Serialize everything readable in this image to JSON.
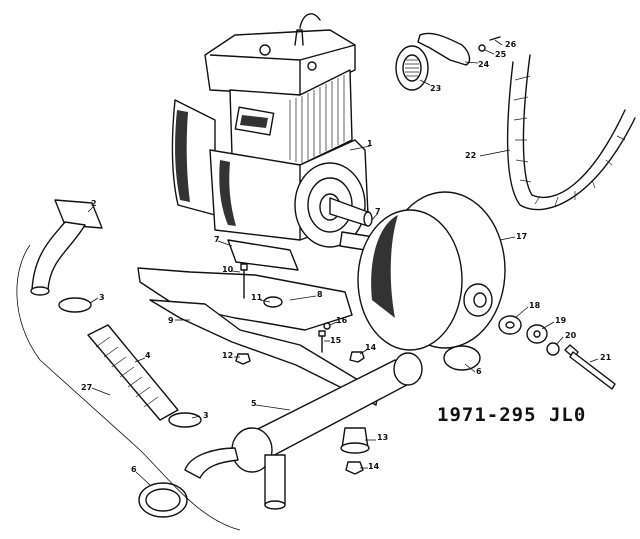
{
  "document_code": "1971-295 JL0",
  "part_labels": [
    {
      "id": "p1",
      "text": "1"
    },
    {
      "id": "p2",
      "text": "2"
    },
    {
      "id": "p3a",
      "text": "3"
    },
    {
      "id": "p3b",
      "text": "3"
    },
    {
      "id": "p4",
      "text": "4"
    },
    {
      "id": "p5",
      "text": "5"
    },
    {
      "id": "p6a",
      "text": "6"
    },
    {
      "id": "p6b",
      "text": "6"
    },
    {
      "id": "p7a",
      "text": "7"
    },
    {
      "id": "p7b",
      "text": "7"
    },
    {
      "id": "p8",
      "text": "8"
    },
    {
      "id": "p9",
      "text": "9"
    },
    {
      "id": "p10",
      "text": "10"
    },
    {
      "id": "p11",
      "text": "11"
    },
    {
      "id": "p12",
      "text": "12"
    },
    {
      "id": "p13",
      "text": "13"
    },
    {
      "id": "p14a",
      "text": "14"
    },
    {
      "id": "p14b",
      "text": "14"
    },
    {
      "id": "p15",
      "text": "15"
    },
    {
      "id": "p16",
      "text": "16"
    },
    {
      "id": "p17",
      "text": "17"
    },
    {
      "id": "p18",
      "text": "18"
    },
    {
      "id": "p19",
      "text": "19"
    },
    {
      "id": "p20",
      "text": "20"
    },
    {
      "id": "p21",
      "text": "21"
    },
    {
      "id": "p22",
      "text": "22"
    },
    {
      "id": "p23",
      "text": "23"
    },
    {
      "id": "p24",
      "text": "24"
    },
    {
      "id": "p25",
      "text": "25"
    },
    {
      "id": "p26",
      "text": "26"
    },
    {
      "id": "p27",
      "text": "27"
    }
  ]
}
